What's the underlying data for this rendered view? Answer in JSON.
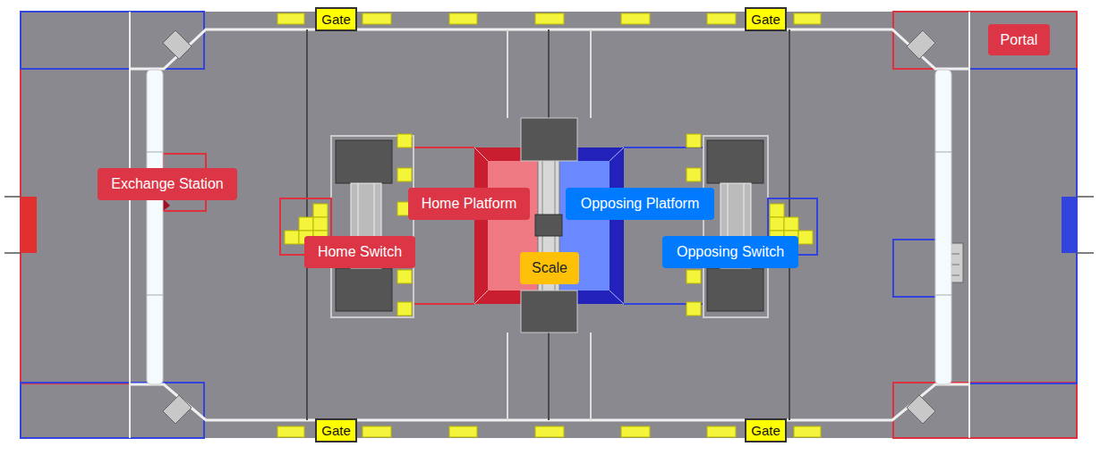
{
  "diagram": {
    "nodes": [
      {
        "text": [
          "Gate"
        ]
      },
      {
        "text": [
          "Gate"
        ]
      },
      {
        "text": [
          "Portal"
        ]
      },
      {
        "text": [
          "Exchange Station"
        ]
      },
      {
        "text": [
          "Home Platform"
        ]
      },
      {
        "text": [
          "Opposing Platform"
        ]
      },
      {
        "text": [
          "Home Switch"
        ]
      },
      {
        "text": [
          "Opposing Switch"
        ]
      },
      {
        "text": [
          "Scale"
        ]
      },
      {
        "text": [
          "Gate"
        ]
      },
      {
        "text": [
          "Gate"
        ]
      }
    ]
  }
}
